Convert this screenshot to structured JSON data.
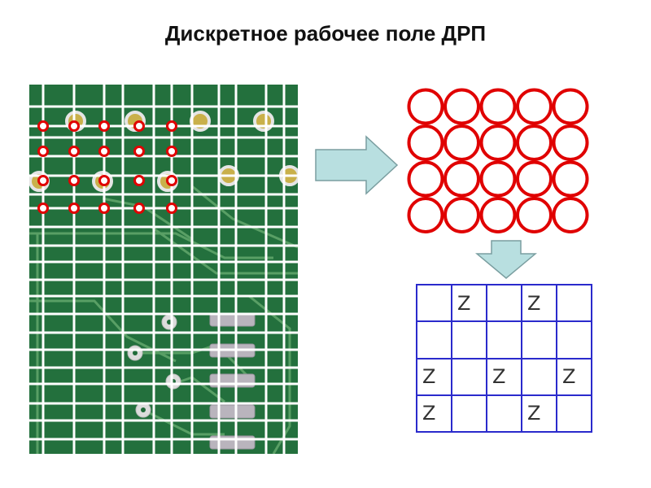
{
  "title": "Дискретное рабочее поле ДРП",
  "colors": {
    "board": "#1f6b39",
    "grid_line": "#ffffff",
    "marker": "#e00000",
    "matrix_border": "#2a2acc",
    "arrow_fill": "#b8dfe0"
  },
  "matrix": {
    "rows": [
      [
        "",
        "Z",
        "",
        "Z",
        ""
      ],
      [
        "",
        "",
        "",
        "",
        ""
      ],
      [
        "Z",
        "",
        "Z",
        "",
        "Z"
      ],
      [
        "Z",
        "",
        "",
        "Z",
        ""
      ]
    ]
  }
}
